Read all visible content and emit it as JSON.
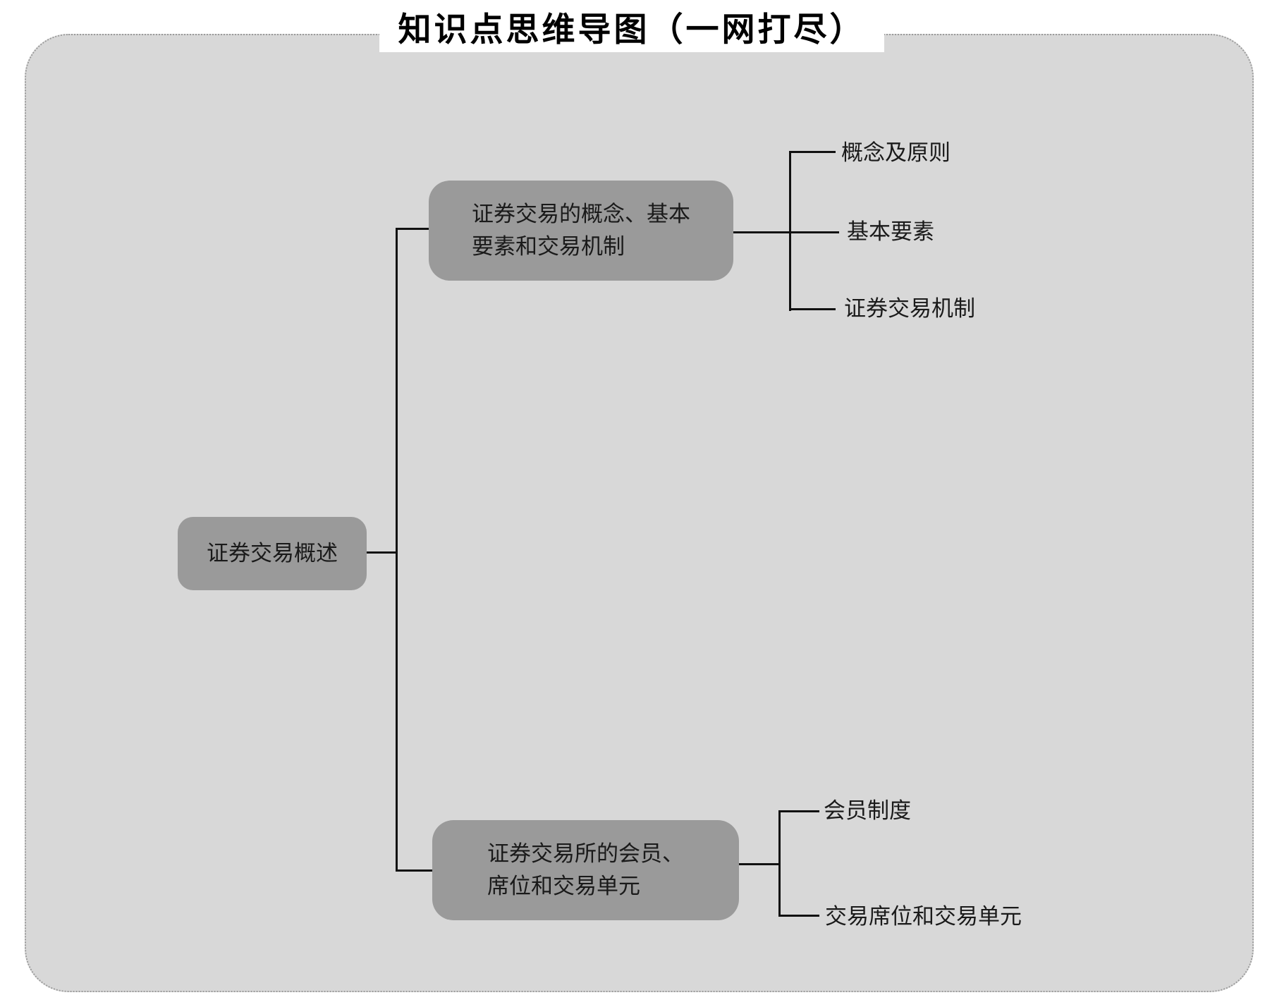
{
  "title": "知识点思维导图（一网打尽）",
  "tree": {
    "root": {
      "label": "证券交易概述"
    },
    "branches": [
      {
        "label": "证券交易的概念、基本\n要素和交易机制",
        "children": [
          {
            "label": "概念及原则"
          },
          {
            "label": "基本要素"
          },
          {
            "label": "证券交易机制"
          }
        ]
      },
      {
        "label": "证券交易所的会员、\n席位和交易单元",
        "children": [
          {
            "label": "会员制度"
          },
          {
            "label": "交易席位和交易单元"
          }
        ]
      }
    ]
  },
  "colors": {
    "canvas_bg": "#ffffff",
    "panel_bg": "#d8d8d8",
    "node_bg": "#9a9a9a",
    "line": "#111111",
    "border_dots": "#9b9b9b",
    "text": "#1a1a1a"
  }
}
